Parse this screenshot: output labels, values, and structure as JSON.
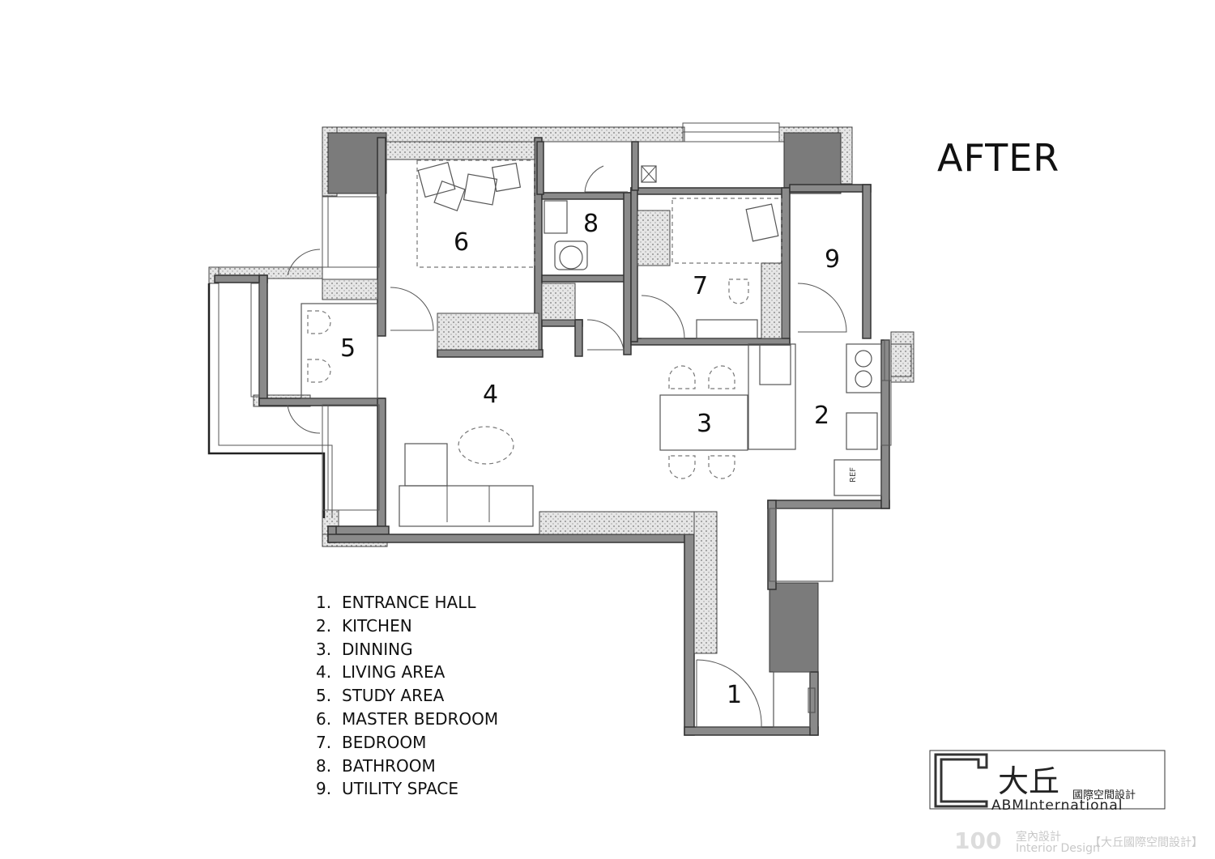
{
  "title": "AFTER",
  "rooms": [
    {
      "number": "1",
      "label": "ENTRANCE HALL"
    },
    {
      "number": "2",
      "label": "KITCHEN"
    },
    {
      "number": "3",
      "label": "DINNING"
    },
    {
      "number": "4",
      "label": "LIVING AREA"
    },
    {
      "number": "5",
      "label": "STUDY AREA"
    },
    {
      "number": "6",
      "label": "MASTER BEDROOM"
    },
    {
      "number": "7",
      "label": "BEDROOM"
    },
    {
      "number": "8",
      "label": "BATHROOM"
    },
    {
      "number": "9",
      "label": "UTILITY SPACE"
    }
  ],
  "fixtures": {
    "refrigerator_label": "REF"
  },
  "logo": {
    "brand_cn": "大丘",
    "company_cn": "國際空間設計",
    "company_en": "ABMInternational"
  },
  "watermark": {
    "site": "100",
    "site_cn": "室內設計",
    "site_en": "Interior Design",
    "credit": "【大丘國際空間設計】"
  }
}
